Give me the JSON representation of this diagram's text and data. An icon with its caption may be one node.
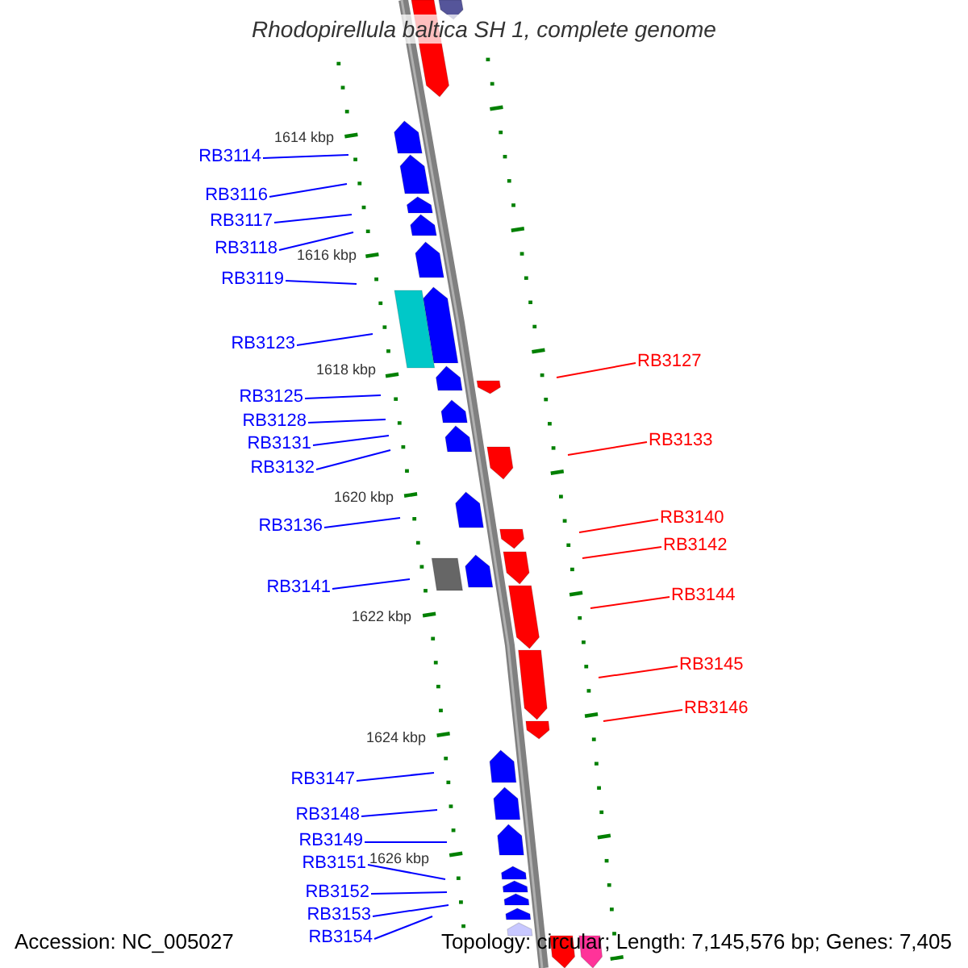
{
  "diagram": {
    "title": "Rhodopirellula baltica SH 1, complete genome",
    "nodes": [
      {
        "text": [
          "RB3114"
        ]
      },
      {
        "text": [
          "RB3116"
        ]
      },
      {
        "text": [
          "RB3117"
        ]
      },
      {
        "text": [
          "RB3118"
        ]
      },
      {
        "text": [
          "RB3119"
        ]
      },
      {
        "text": [
          "RB3123"
        ]
      },
      {
        "text": [
          "RB3127"
        ]
      },
      {
        "text": [
          "RB3125"
        ]
      },
      {
        "text": [
          "RB3128"
        ]
      },
      {
        "text": [
          "RB3133"
        ]
      },
      {
        "text": [
          "RB3131"
        ]
      },
      {
        "text": [
          "RB3132"
        ]
      },
      {
        "text": [
          "RB3140"
        ]
      },
      {
        "text": [
          "RB3136"
        ]
      },
      {
        "text": [
          "RB3142"
        ]
      },
      {
        "text": [
          "RB3141"
        ]
      },
      {
        "text": [
          "RB3144"
        ]
      },
      {
        "text": [
          "RB3145"
        ]
      },
      {
        "text": [
          "RB3146"
        ]
      },
      {
        "text": [
          "RB3147"
        ]
      },
      {
        "text": [
          "RB3148"
        ]
      },
      {
        "text": [
          "RB3149"
        ]
      },
      {
        "text": [
          "RB3151"
        ]
      },
      {
        "text": [
          "RB3152"
        ]
      },
      {
        "text": [
          "RB3153"
        ]
      },
      {
        "text": [
          "RB3154"
        ]
      }
    ],
    "edges": [
      {
        "from": 0,
        "to": null,
        "arrow": "none"
      },
      {
        "from": 1,
        "to": null,
        "arrow": "none"
      },
      {
        "from": 2,
        "to": null,
        "arrow": "none"
      },
      {
        "from": 3,
        "to": null,
        "arrow": "none"
      },
      {
        "from": 4,
        "to": null,
        "arrow": "none"
      },
      {
        "from": 5,
        "to": null,
        "arrow": "none"
      },
      {
        "from": 6,
        "to": null,
        "arrow": "none",
        "color": "#ff0000"
      },
      {
        "from": 7,
        "to": null,
        "arrow": "none"
      },
      {
        "from": 8,
        "to": null,
        "arrow": "none"
      },
      {
        "from": 9,
        "to": null,
        "arrow": "none",
        "color": "#ff0000"
      },
      {
        "from": 10,
        "to": null,
        "arrow": "none"
      },
      {
        "from": 11,
        "to": null,
        "arrow": "none"
      },
      {
        "from": 12,
        "to": null,
        "arrow": "none",
        "color": "#ff0000"
      },
      {
        "from": 13,
        "to": null,
        "arrow": "none"
      },
      {
        "from": 14,
        "to": null,
        "arrow": "none",
        "color": "#ff0000"
      },
      {
        "from": 15,
        "to": null,
        "arrow": "none"
      },
      {
        "from": 16,
        "to": null,
        "arrow": "none",
        "color": "#ff0000"
      },
      {
        "from": 17,
        "to": null,
        "arrow": "none",
        "color": "#ff0000"
      },
      {
        "from": 18,
        "to": null,
        "arrow": "none",
        "color": "#ff0000"
      },
      {
        "from": 19,
        "to": null,
        "arrow": "none"
      },
      {
        "from": 20,
        "to": null,
        "arrow": "none"
      },
      {
        "from": 21,
        "to": null,
        "arrow": "none"
      },
      {
        "from": 22,
        "to": null,
        "arrow": "none"
      },
      {
        "from": 23,
        "to": null,
        "arrow": "none"
      },
      {
        "from": 24,
        "to": null,
        "arrow": "none"
      },
      {
        "from": 25,
        "to": null,
        "arrow": "none"
      }
    ],
    "labels": [
      "1614 kbp",
      "1616 kbp",
      "1618 kbp",
      "1620 kbp",
      "1622 kbp",
      "1624 kbp",
      "1626 kbp",
      "Accession: NC_005027",
      "Topology: circular; Length: 7,145,576 bp; Genes: 7,405"
    ]
  }
}
